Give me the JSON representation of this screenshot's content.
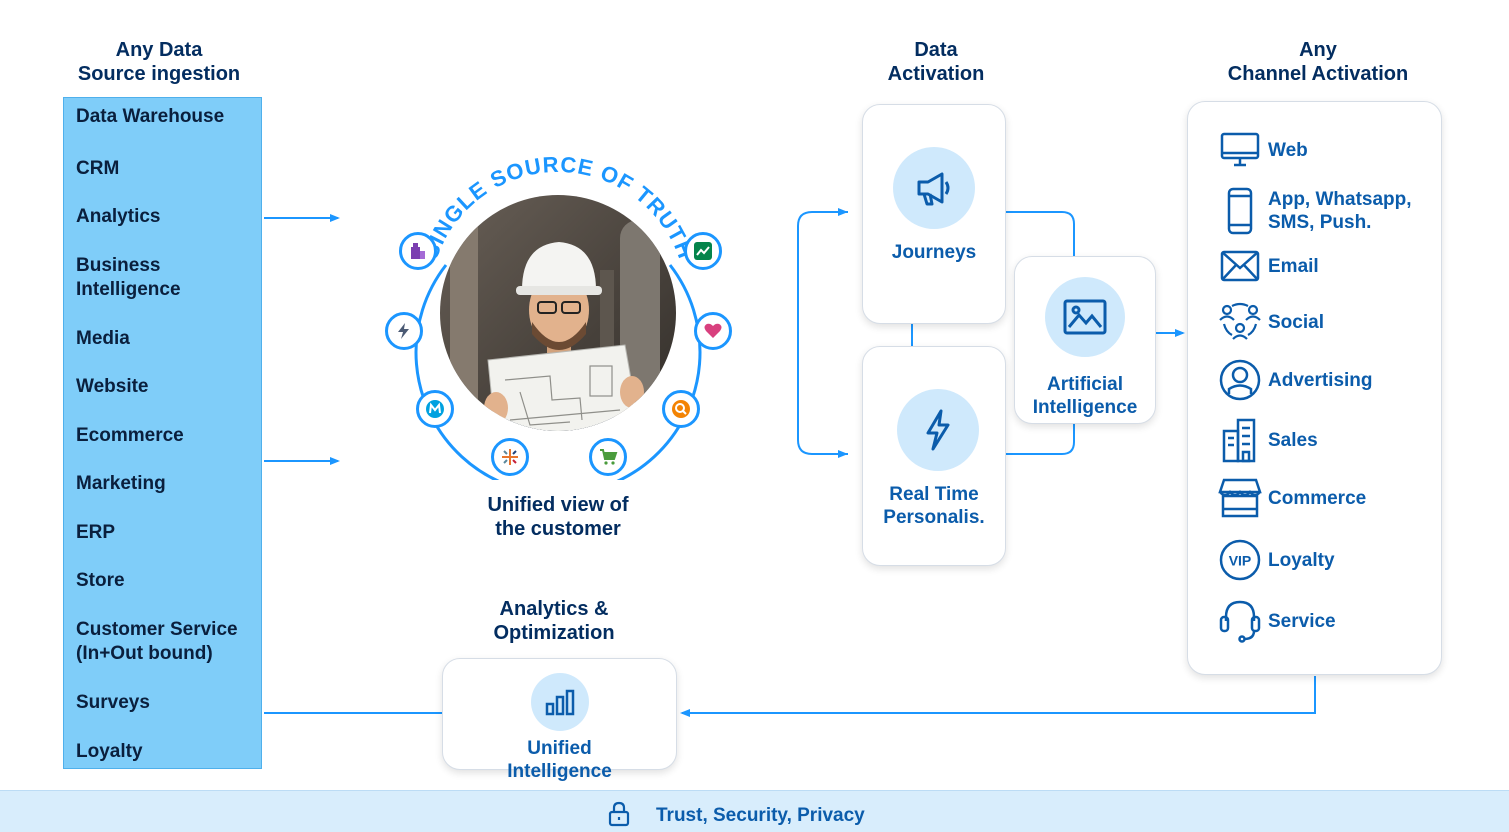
{
  "headings": {
    "sources": [
      "Any Data",
      "Source ingestion"
    ],
    "activation": [
      "Data",
      "Activation"
    ],
    "channels": [
      "Any",
      "Channel Activation"
    ],
    "analytics": [
      "Analytics &",
      "Optimization"
    ]
  },
  "sources": [
    [
      "Data Warehouse"
    ],
    [
      "CRM"
    ],
    [
      "Analytics"
    ],
    [
      "Business",
      "Intelligence"
    ],
    [
      "Media"
    ],
    [
      "Website"
    ],
    [
      "Ecommerce"
    ],
    [
      "Marketing"
    ],
    [
      "ERP"
    ],
    [
      "Store"
    ],
    [
      "Customer Service",
      "(In+Out bound)"
    ],
    [
      "Surveys"
    ],
    [
      "Loyalty"
    ]
  ],
  "sst": {
    "arc_text": "SINGLE SOURCE OF TRUTH",
    "caption": [
      "Unified view of",
      "the customer"
    ]
  },
  "activation": {
    "journeys": "Journeys",
    "realtime": [
      "Real Time",
      "Personalis."
    ],
    "ai": [
      "Artificial",
      "Intelligence"
    ]
  },
  "analytics_card": [
    "Unified",
    "Intelligence"
  ],
  "channels": [
    {
      "label": [
        "Web"
      ],
      "icon": "monitor-icon"
    },
    {
      "label": [
        "App, Whatsapp,",
        "SMS, Push."
      ],
      "icon": "phone-icon"
    },
    {
      "label": [
        "Email"
      ],
      "icon": "envelope-icon"
    },
    {
      "label": [
        "Social"
      ],
      "icon": "people-network-icon"
    },
    {
      "label": [
        "Advertising"
      ],
      "icon": "user-target-icon"
    },
    {
      "label": [
        "Sales"
      ],
      "icon": "buildings-icon"
    },
    {
      "label": [
        "Commerce"
      ],
      "icon": "storefront-icon"
    },
    {
      "label": [
        "Loyalty"
      ],
      "icon": "vip-badge-icon"
    },
    {
      "label": [
        "Service"
      ],
      "icon": "headset-icon"
    }
  ],
  "footer": {
    "label": "Trust, Security, Privacy",
    "icon": "lock-icon"
  },
  "colors": {
    "accent": "#1b96ff",
    "navy": "#032d60",
    "label_blue": "#0b5cab",
    "source_panel": "#7fcdf9",
    "bubble": "#cfe9fc"
  }
}
